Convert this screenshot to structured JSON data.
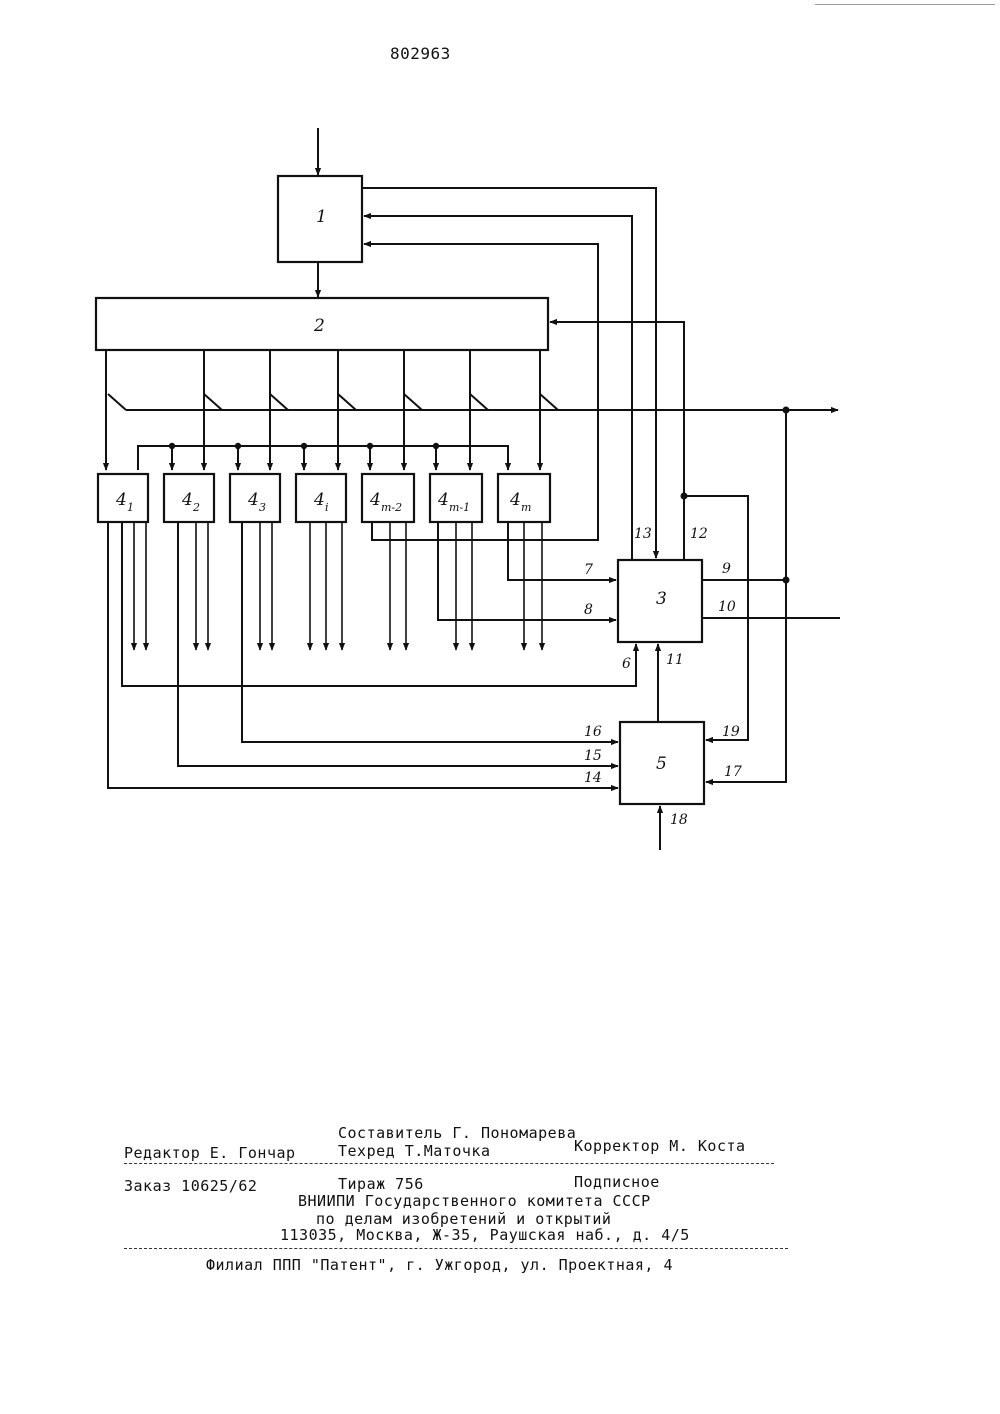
{
  "patent_number": "802963",
  "blocks": [
    {
      "id": "block-1",
      "main": "1",
      "sub": ""
    },
    {
      "id": "block-2",
      "main": "2",
      "sub": ""
    },
    {
      "id": "block-3",
      "main": "3",
      "sub": ""
    },
    {
      "id": "block-5",
      "main": "5",
      "sub": ""
    },
    {
      "id": "block-4-1",
      "main": "4",
      "sub": "1"
    },
    {
      "id": "block-4-2",
      "main": "4",
      "sub": "2"
    },
    {
      "id": "block-4-3",
      "main": "4",
      "sub": "3"
    },
    {
      "id": "block-4-i",
      "main": "4",
      "sub": "i"
    },
    {
      "id": "block-4-m2",
      "main": "4",
      "sub": "m-2"
    },
    {
      "id": "block-4-m1",
      "main": "4",
      "sub": "m-1"
    },
    {
      "id": "block-4-m",
      "main": "4",
      "sub": "m"
    }
  ],
  "signals": [
    "6",
    "7",
    "8",
    "9",
    "10",
    "11",
    "12",
    "13",
    "14",
    "15",
    "16",
    "17",
    "18",
    "19"
  ],
  "footer": {
    "composer": "Составитель Г. Пономарева",
    "editor": "Редактор Е. Гончар",
    "techred": "Техред Т.Маточка",
    "corrector": "Корректор М. Коста",
    "order": "Заказ 10625/62",
    "circulation": "Тираж 756",
    "subscription": "Подписное",
    "org_line1": "ВНИИПИ Государственного комитета СССР",
    "org_line2": "по делам изобретений и открытий",
    "address": "113035, Москва, Ж-35, Раушская наб.,  д. 4/5",
    "branch": "Филиал ППП \"Патент\", г. Ужгород, ул. Проектная, 4"
  }
}
